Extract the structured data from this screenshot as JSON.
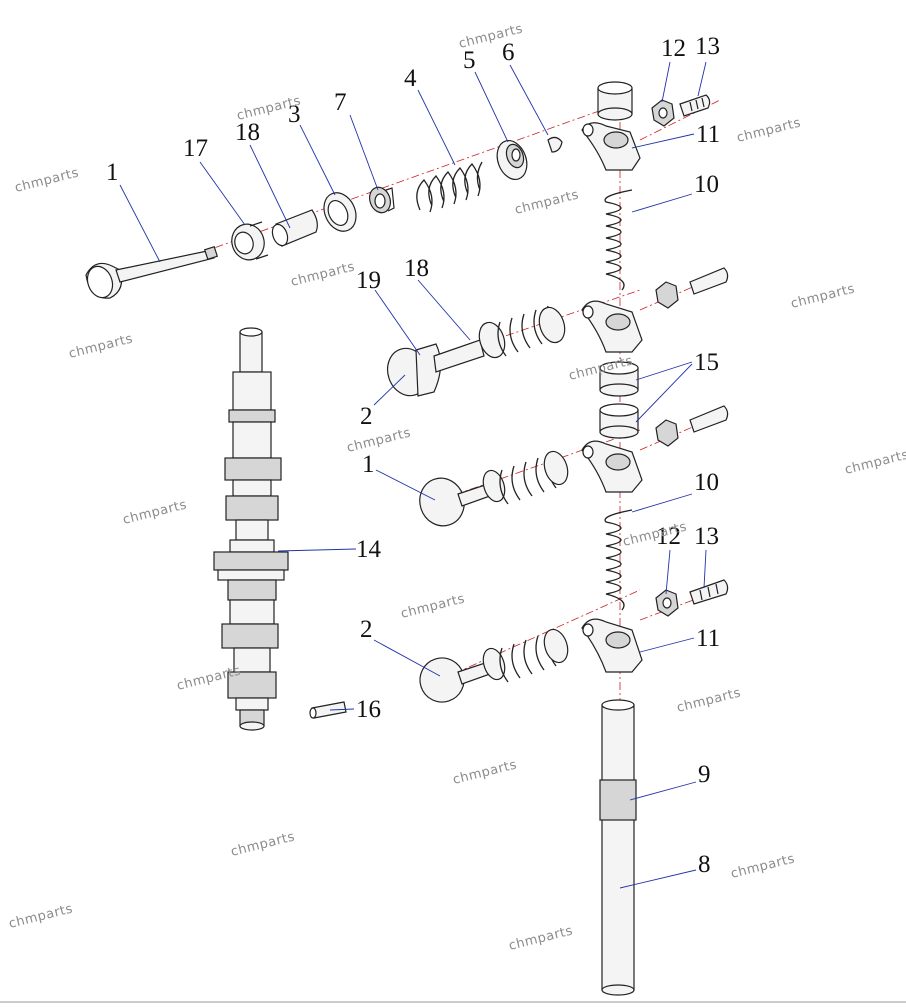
{
  "callouts": {
    "c1a": "1",
    "c17": "17",
    "c18a": "18",
    "c3": "3",
    "c7": "7",
    "c4": "4",
    "c5": "5",
    "c6": "6",
    "c12a": "12",
    "c13a": "13",
    "c11a": "11",
    "c10a": "10",
    "c19": "19",
    "c18b": "18",
    "c2a": "2",
    "c15": "15",
    "c1b": "1",
    "c10b": "10",
    "c14": "14",
    "c12b": "12",
    "c13b": "13",
    "c2b": "2",
    "c11b": "11",
    "c16": "16",
    "c9": "9",
    "c8": "8"
  },
  "watermark": "chmparts",
  "colors": {
    "leader": "#2233aa",
    "axis": "#cc2222",
    "watermark": "#8c8c8c"
  }
}
